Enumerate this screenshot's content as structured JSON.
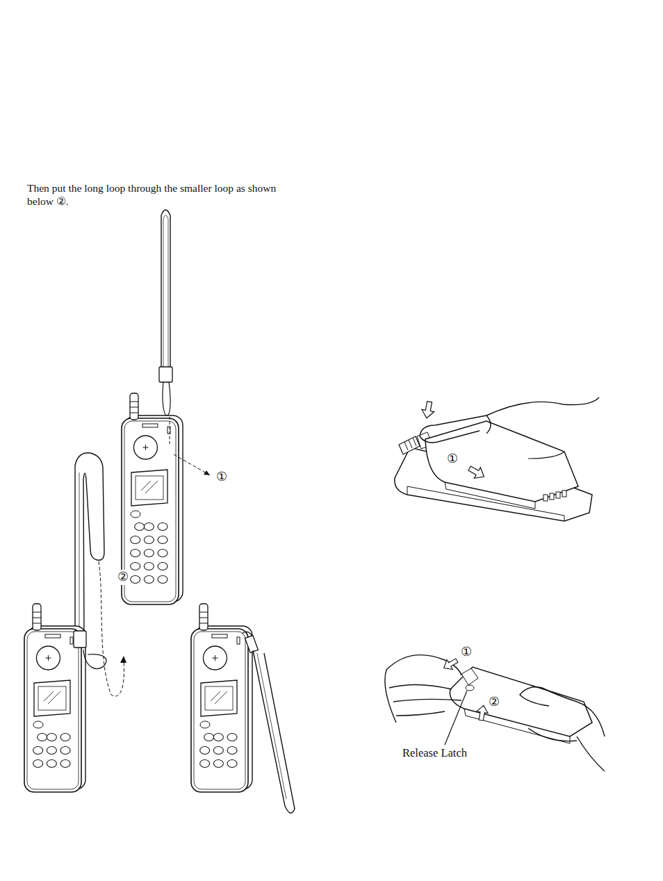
{
  "diagram": {
    "labels": [
      "Then put the long loop through the smaller loop as shown below ②.",
      "①",
      "②",
      "①",
      "①",
      "②",
      "Release Latch"
    ]
  }
}
